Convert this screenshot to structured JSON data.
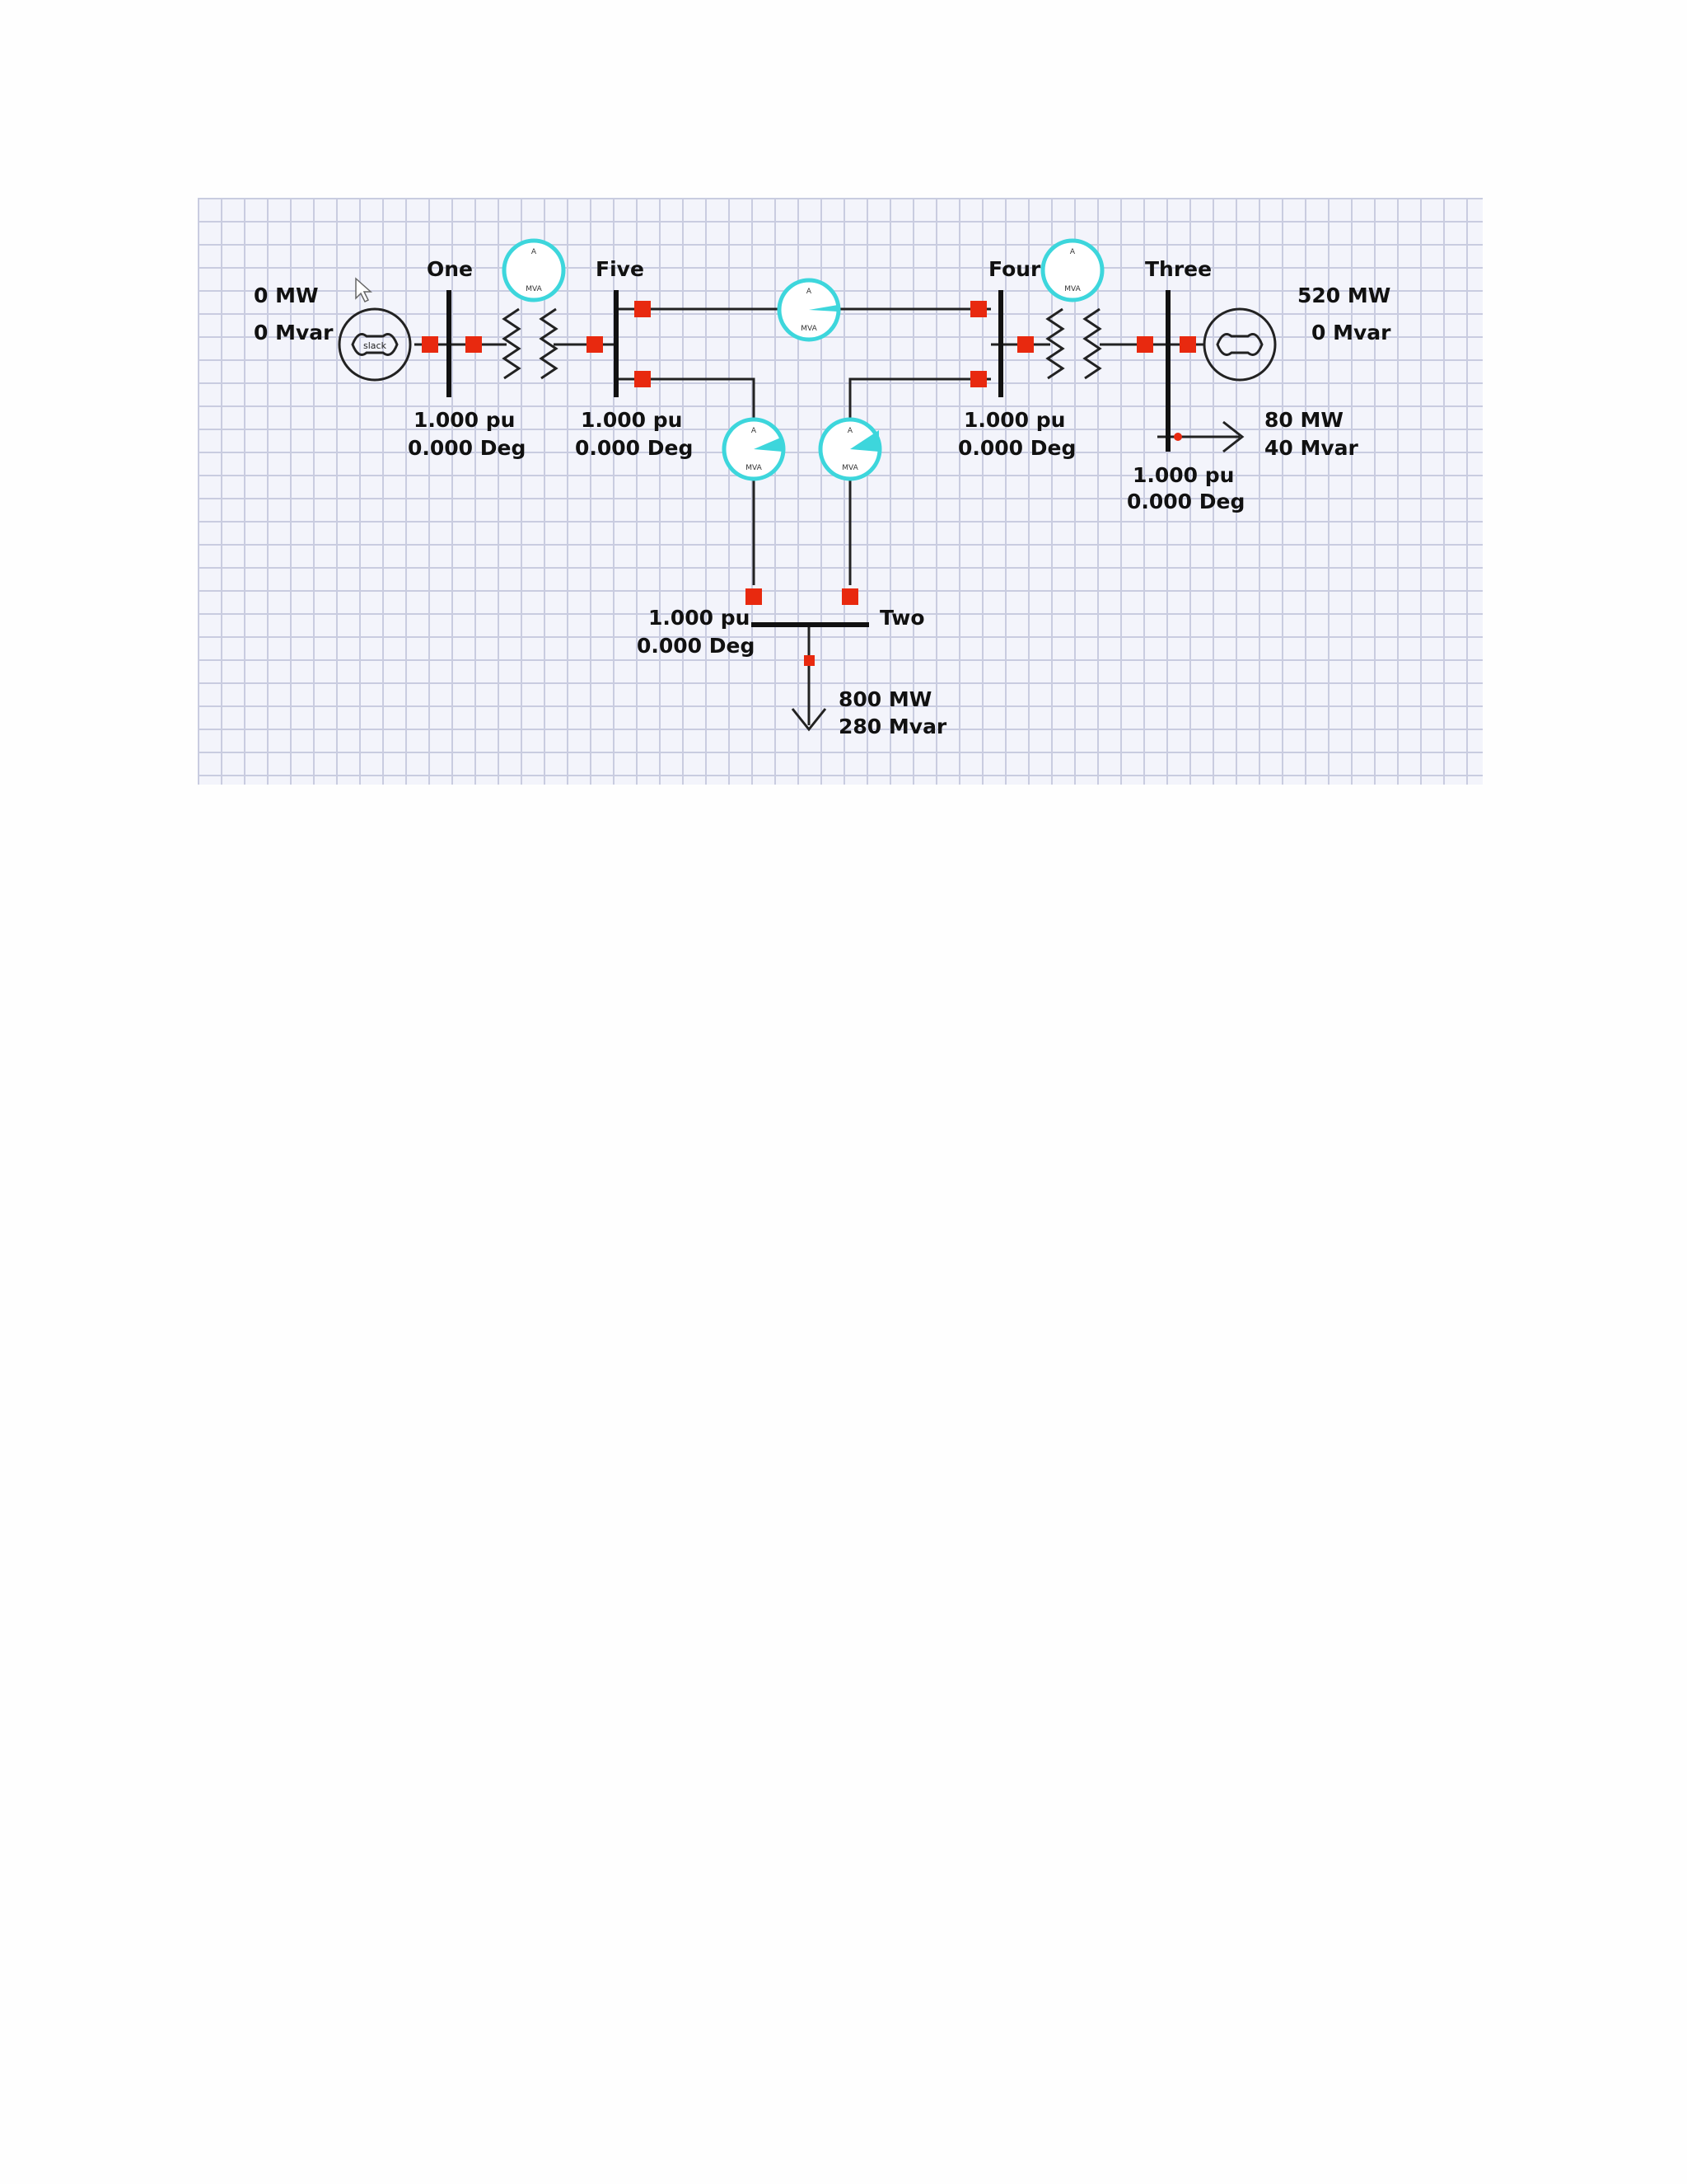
{
  "buses": {
    "one": {
      "name": "One",
      "voltage": "1.000 pu",
      "angle": "0.000 Deg"
    },
    "five": {
      "name": "Five",
      "voltage": "1.000 pu",
      "angle": "0.000 Deg"
    },
    "four": {
      "name": "Four",
      "voltage": "1.000 pu",
      "angle": "0.000 Deg"
    },
    "three": {
      "name": "Three",
      "voltage": "1.000 pu",
      "angle": "0.000 Deg"
    },
    "two": {
      "name": "Two",
      "voltage": "1.000 pu",
      "angle": "0.000 Deg"
    }
  },
  "generators": {
    "one": {
      "mw": "0 MW",
      "mvar": "0 Mvar",
      "tag": "slack"
    },
    "three": {
      "mw": "520 MW",
      "mvar": "0 Mvar"
    }
  },
  "loads": {
    "three": {
      "mw": "80 MW",
      "mvar": "40 Mvar"
    },
    "two": {
      "mw": "800 MW",
      "mvar": "280 Mvar"
    }
  },
  "meters": {
    "unit": "MVA",
    "top_mark": "A",
    "color": "#3dd6dc"
  },
  "colors": {
    "breaker": "#e8290f",
    "meter": "#3dd6dc",
    "grid_background": "#f3f4fb"
  },
  "icons": {
    "cursor": "arrow-cursor-icon"
  }
}
